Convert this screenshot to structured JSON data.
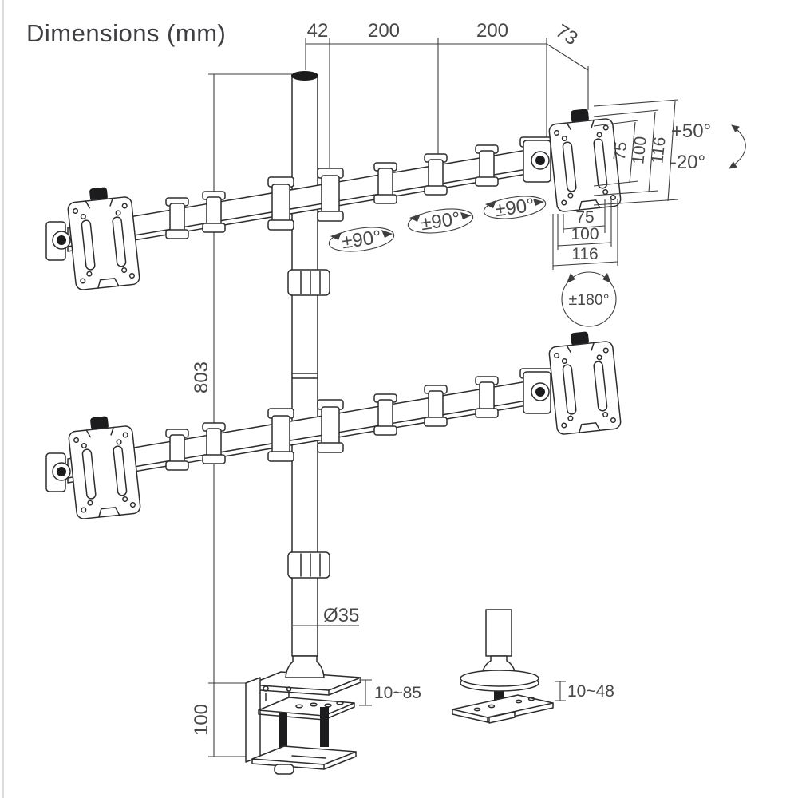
{
  "title": "Dimensions (mm)",
  "units": "mm",
  "colors": {
    "line": "#2d2d2f",
    "dim_line": "#3e3e41",
    "text": "#48484b",
    "black_fill": "#1c1c1e",
    "background": "#ffffff"
  },
  "dimensions": {
    "top": {
      "pole_offset": "42",
      "arm_segment_1": "200",
      "arm_segment_2": "200",
      "head_offset": "73"
    },
    "pole": {
      "height": "803",
      "diameter": "Ø35"
    },
    "vesa": {
      "vertical": {
        "hole_spacing": "75",
        "slot_span": "100",
        "plate_size": "116"
      },
      "horizontal": {
        "hole_spacing": "75",
        "slot_span": "100",
        "plate_size": "116"
      }
    },
    "rotation": {
      "swivel": "±90°",
      "tilt_up": "+50°",
      "tilt_down": "-20°",
      "rotate": "±180°"
    },
    "base": {
      "clamp_height": "100",
      "clamp_thickness_range": "10~85",
      "grommet_thickness_range": "10~48"
    }
  }
}
